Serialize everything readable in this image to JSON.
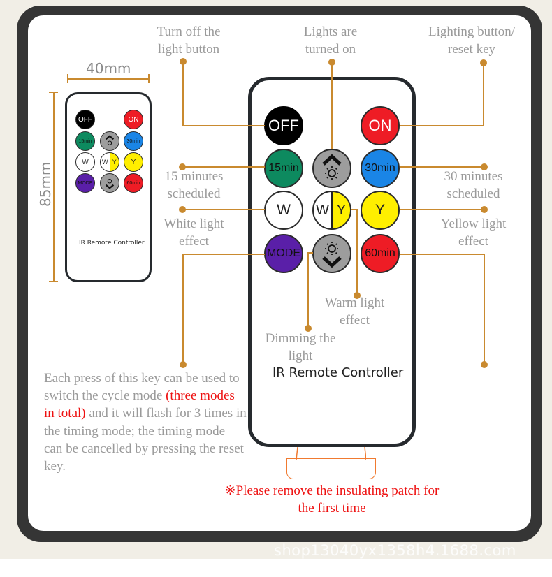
{
  "colors": {
    "accent_line": "#c98a2f",
    "frame": "#353535",
    "label_gray": "#9a9a9a",
    "warning_red": "#ee1111",
    "patch_orange": "#f07a30"
  },
  "watermark": "shop13040yx1358h4.1688.com",
  "dimensions": {
    "width": "40mm",
    "height": "85mm"
  },
  "remote": {
    "label": "IR Remote Controller",
    "buttons": [
      {
        "id": "off",
        "label": "OFF",
        "color": "#000000",
        "text_color": "#ffffff"
      },
      {
        "id": "on",
        "label": "ON",
        "color": "#ee1c25",
        "text_color": "#ffffff"
      },
      {
        "id": "15min",
        "label": "15min",
        "color": "#0d8a5f",
        "text_color": "#111111"
      },
      {
        "id": "bright-up",
        "label": "",
        "icon": "brightness-up-icon",
        "color": "#9d9d9d"
      },
      {
        "id": "30min",
        "label": "30min",
        "color": "#1a85e6",
        "text_color": "#111111"
      },
      {
        "id": "w",
        "label": "W",
        "color": "#ffffff",
        "text_color": "#222222"
      },
      {
        "id": "wy",
        "label_left": "W",
        "label_right": "Y",
        "color_left": "#ffffff",
        "color_right": "#ffef00"
      },
      {
        "id": "y",
        "label": "Y",
        "color": "#ffef00",
        "text_color": "#222222"
      },
      {
        "id": "mode",
        "label": "MODE",
        "color": "#5a1fa8",
        "text_color": "#111111"
      },
      {
        "id": "bright-down",
        "label": "",
        "icon": "brightness-down-icon",
        "color": "#9d9d9d"
      },
      {
        "id": "60min",
        "label": "60min",
        "color": "#ee1c25",
        "text_color": "#111111"
      }
    ]
  },
  "callouts": {
    "off": "Turn off the\nlight button",
    "bright_up": "Lights are\nturned on",
    "on": "Lighting button/\nreset key",
    "min15": "15 minutes\nscheduled",
    "min30": "30 minutes\nscheduled",
    "white": "White light\neffect",
    "yellow": "Yellow light\neffect",
    "warm": "Warm light\neffect",
    "dimming": "Dimming the\nlight"
  },
  "mode_description": {
    "part1": "Each press of this key can be used to switch the cycle mode ",
    "highlight": "(three modes in total)",
    "part2": " and it will flash for 3 times in the timing mode; the timing mode can be cancelled by pressing the reset key."
  },
  "notice": "※Please remove the insulating patch for the first time"
}
